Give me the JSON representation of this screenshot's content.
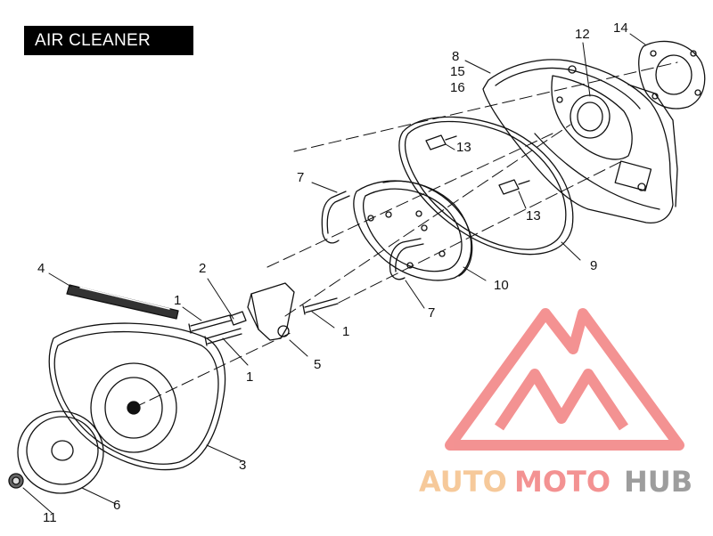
{
  "title": "AIR CLEANER",
  "callouts": {
    "c1a": "1",
    "c1b": "1",
    "c1c": "1",
    "c2": "2",
    "c3": "3",
    "c4": "4",
    "c5": "5",
    "c6": "6",
    "c7a": "7",
    "c7b": "7",
    "c8": "8",
    "c9": "9",
    "c10": "10",
    "c11": "11",
    "c12": "12",
    "c13a": "13",
    "c13b": "13",
    "c14": "14",
    "c15": "15",
    "c16": "16"
  },
  "watermark": {
    "part1": "AUTO",
    "part2": "MOTO",
    "part3": "HUB",
    "color1": "#f5c089",
    "color2": "#f27f7f",
    "color3": "#8c8c8c"
  }
}
